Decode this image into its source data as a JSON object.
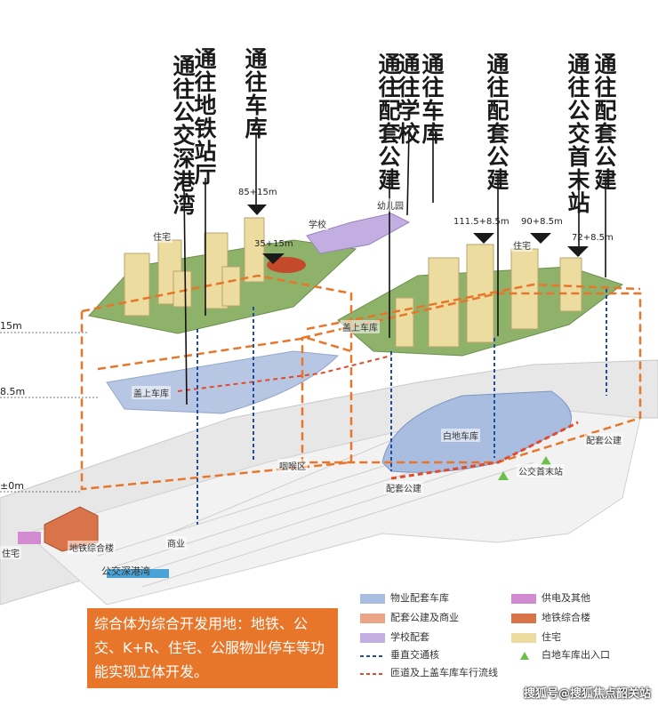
{
  "top_labels": [
    {
      "id": "bus-terminal-shenzhen-bay",
      "text": "通往公交深港湾"
    },
    {
      "id": "metro-hall",
      "text": "通往地铁站厅"
    },
    {
      "id": "garage-1",
      "text": "通往车库"
    },
    {
      "id": "supporting-apt-1",
      "text": "通往配套公建"
    },
    {
      "id": "school",
      "text": "通往学校"
    },
    {
      "id": "garage-2",
      "text": "通往车库"
    },
    {
      "id": "supporting-apt-2",
      "text": "通往配套公建"
    },
    {
      "id": "bus-terminus",
      "text": "通往公交首末站"
    },
    {
      "id": "supporting-apt-3",
      "text": "通往配套公建"
    }
  ],
  "area_tags": {
    "residential_left": "住宅",
    "school": "学校",
    "kindergarten": "幼儿园",
    "residential_right": "住宅",
    "podium_garage_right": "盖上车库",
    "podium_garage_left": "盖上车库",
    "white_land_garage": "白地车库",
    "throat_area": "咽喉区",
    "supporting_building": "配套公建",
    "bus_terminus": "公交首末站",
    "commercial": "商业",
    "metro_building": "地铁综合楼",
    "bus_bay": "公交深港湾",
    "residence_small": "住宅",
    "supporting_building_right": "配套公建"
  },
  "heights": {
    "h1": "85+15m",
    "h2": "35+15m",
    "h3": "111.5+8.5m",
    "h4": "90+8.5m",
    "h5": "72+8.5m"
  },
  "elevations": {
    "e1": "15m",
    "e2": "8.5m",
    "e3": "±0m"
  },
  "callout": {
    "text": "综合体为综合开发用地：地铁、公交、K+R、住宅、公服物业停车等功能实现立体开发。"
  },
  "legend": {
    "items": [
      {
        "label": "物业配套车库",
        "color": "#a9bde0",
        "kind": "swatch"
      },
      {
        "label": "供电及其他",
        "color": "#d28ad0",
        "kind": "swatch"
      },
      {
        "label": "配套公建及商业",
        "color": "#e9a585",
        "kind": "swatch"
      },
      {
        "label": "地铁综合楼",
        "color": "#d9734a",
        "kind": "swatch"
      },
      {
        "label": "学校配套",
        "color": "#c3aee2",
        "kind": "swatch"
      },
      {
        "label": "住宅",
        "color": "#eddca0",
        "kind": "swatch"
      },
      {
        "label": "垂直交通核",
        "color": "#1f4e9e",
        "kind": "blue-dash"
      },
      {
        "label": "白地车库出入口",
        "color": "#6cbf4a",
        "kind": "triangle"
      },
      {
        "label": "匝道及上盖车库车行流线",
        "color": "#e34a2a",
        "kind": "red-dash"
      }
    ]
  },
  "watermark": "搜狐号@搜狐焦点韶关站"
}
